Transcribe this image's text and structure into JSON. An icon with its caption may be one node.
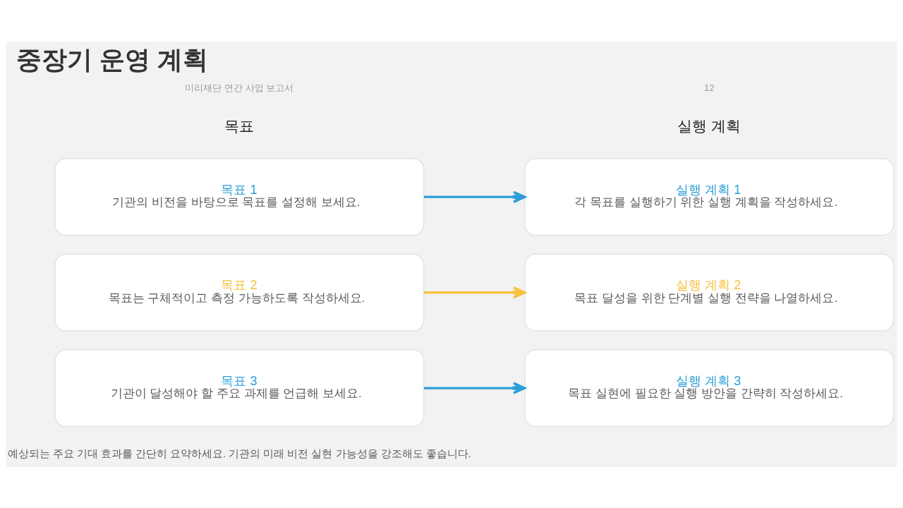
{
  "diagram": {
    "title": "중장기 운영 계획",
    "nodes": [
      {
        "text": [
          "목표 1",
          "기관의 비전을 바탕으로 목표를 설정해 보세요."
        ]
      },
      {
        "text": [
          "실행 계획 1",
          "각 목표를 실행하기 위한 실행 계획을 작성하세요."
        ]
      },
      {
        "text": [
          "목표 2",
          "목표는 구체적이고 측정 가능하도록 작성하세요."
        ]
      },
      {
        "text": [
          "실행 계획 2",
          "목표 달성을 위한 단계별 실행 전략을 나열하세요."
        ]
      },
      {
        "text": [
          "목표 3",
          "기관이 달성해야 할 주요 과제를 언급해 보세요."
        ]
      },
      {
        "text": [
          "실행 계획 3",
          "목표 실현에 필요한 실행 방안을 간략히 작성하세요."
        ]
      }
    ],
    "edges": [
      {
        "from": 0,
        "to": 1,
        "arrow": "to"
      },
      {
        "from": 2,
        "to": 3,
        "arrow": "to",
        "color": "#f6c23e"
      },
      {
        "from": 4,
        "to": 5,
        "arrow": "to"
      }
    ],
    "labels": [
      "미리재단 연간 사업 보고서",
      "12",
      "목표",
      "실행 계획",
      "예상되는 주요 기대 효과를 간단히 요약하세요. 기관의 미래 비전 실현 가능성을 강조해도 좋습니다."
    ]
  }
}
